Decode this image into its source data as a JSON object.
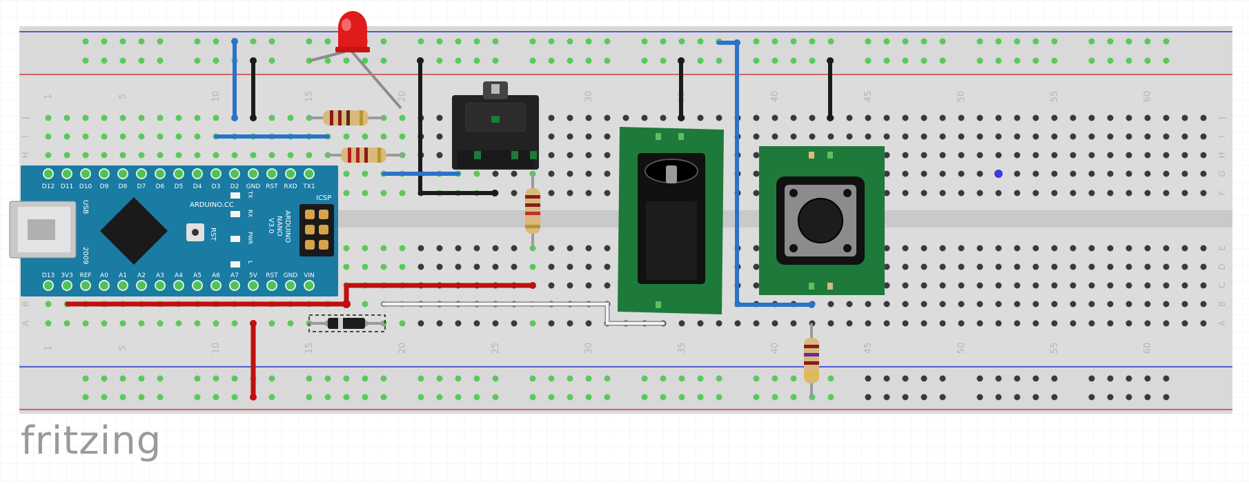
{
  "brand": "fritzing",
  "breadboard": {
    "column_labels": [
      "1",
      "5",
      "10",
      "15",
      "20",
      "25",
      "30",
      "35",
      "40",
      "45",
      "50",
      "55",
      "60"
    ],
    "row_labels_top": [
      "J",
      "I",
      "H",
      "G",
      "F"
    ],
    "row_labels_bottom": [
      "E",
      "D",
      "C",
      "B",
      "A"
    ]
  },
  "arduino": {
    "model_lines": [
      "ARDUINO",
      "NANO",
      "V3.0"
    ],
    "site": "ARDUINO.CC",
    "header_label": "ICSP",
    "top_pins": [
      "D12",
      "D11",
      "D10",
      "D9",
      "D8",
      "D7",
      "D6",
      "D5",
      "D4",
      "D3",
      "D2",
      "GND",
      "RST",
      "RXD",
      "TX1"
    ],
    "bottom_pins": [
      "D13",
      "3V3",
      "REF",
      "A0",
      "A1",
      "A2",
      "A3",
      "A4",
      "A5",
      "A6",
      "A7",
      "5V",
      "RST",
      "GND",
      "VIN"
    ],
    "led_labels": [
      "TX",
      "RX",
      "PWR",
      "L"
    ],
    "reset_label": "RST",
    "usb_label": "USB",
    "year": "2009"
  },
  "colors": {
    "wire_blue": "#2a73c9",
    "wire_black": "#1b1b1b",
    "wire_red": "#c00f0f",
    "wire_white": "#f2f2f2",
    "pcb_green": "#1e7a3b",
    "arduino_blue": "#1a7ba3",
    "led_red": "#e01b1b",
    "rail_blue": "#2233cc",
    "rail_red": "#d23a3a"
  }
}
